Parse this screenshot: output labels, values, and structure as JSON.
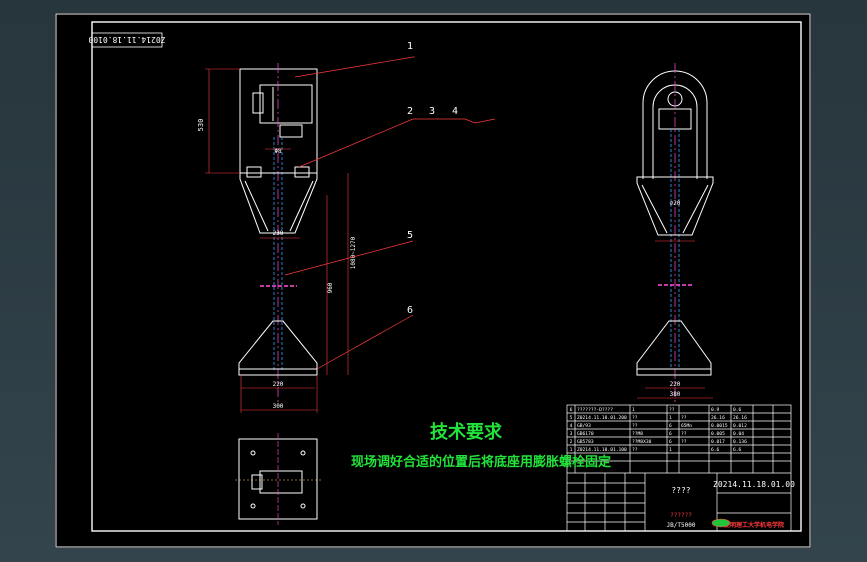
{
  "drawing": {
    "corner_label": "Z0214.11.18.0100",
    "requirements_title": "技术要求",
    "requirements_text": "现场调好合适的位置后将底座用膨胀螺栓固定"
  },
  "balloons": [
    "1",
    "2",
    "3",
    "4",
    "5",
    "6"
  ],
  "dimensions": {
    "motor_height": "530",
    "shaft_dia": "Φ8",
    "cone_width": "230",
    "shaft_range": "1080~1270",
    "lower_height": "960",
    "base_inner": "220",
    "base_outer": "300",
    "side_cone": "∅20",
    "side_base_inner": "220",
    "side_base_outer": "380"
  },
  "title_block": {
    "drawing_number": "Z0214.11.18.01.00",
    "name": "????",
    "material": "??????",
    "standard": "JB/T5000",
    "company": "昆明理工大学机电学院",
    "bom_rows": [
      [
        "6",
        "???????-D????",
        "1",
        "??",
        "",
        "0.9",
        "0.6"
      ],
      [
        "5",
        "Z0214.11.18.01.200",
        "??",
        "1",
        "??",
        "26.16",
        "26.16"
      ],
      [
        "4",
        "GB/93",
        "??",
        "6",
        "65Mn",
        "0.0015",
        "0.012"
      ],
      [
        "3",
        "GB6170",
        "??M8",
        "6",
        "??",
        "0.005",
        "0.04"
      ],
      [
        "2",
        "GB5783",
        "??M8X30",
        "6",
        "??",
        "0.017",
        "0.136"
      ],
      [
        "1",
        "Z0214.11.18.01.100",
        "??",
        "1",
        "",
        "6.6",
        "6.6"
      ]
    ]
  }
}
